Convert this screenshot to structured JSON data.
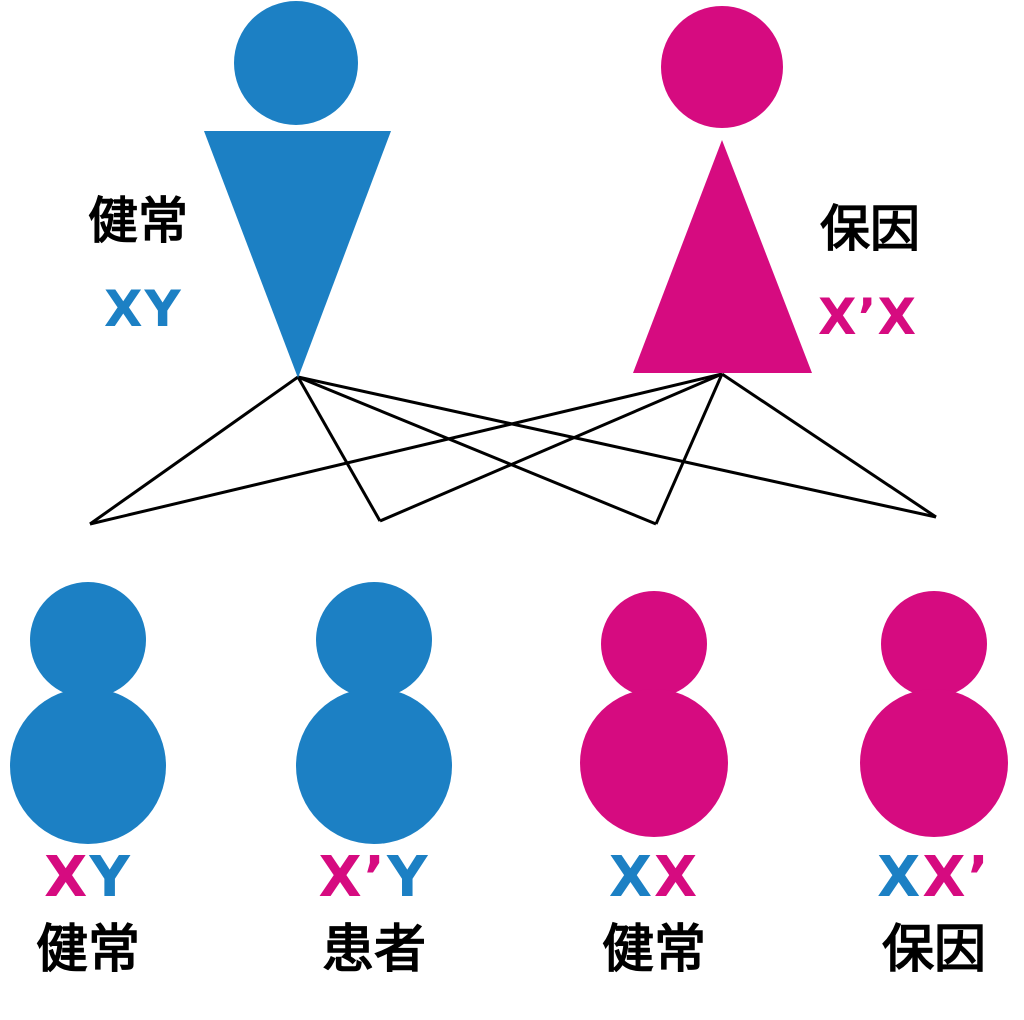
{
  "colors": {
    "male": "#1c80c4",
    "female": "#d60b80",
    "line": "#000000",
    "label": "#000000"
  },
  "parents": {
    "father": {
      "status_label": "健常",
      "genotype": [
        {
          "t": "XY",
          "c": "male"
        }
      ]
    },
    "mother": {
      "status_label": "保因",
      "genotype": [
        {
          "t": "X’X",
          "c": "female"
        }
      ]
    }
  },
  "children": [
    {
      "sex": "male",
      "genotype": [
        {
          "t": "X",
          "c": "female"
        },
        {
          "t": "Y",
          "c": "male"
        }
      ],
      "status_label": "健常"
    },
    {
      "sex": "male",
      "genotype": [
        {
          "t": "X’",
          "c": "female"
        },
        {
          "t": "Y",
          "c": "male"
        }
      ],
      "status_label": "患者"
    },
    {
      "sex": "female",
      "genotype": [
        {
          "t": "X",
          "c": "male"
        },
        {
          "t": "X",
          "c": "female"
        }
      ],
      "status_label": "健常"
    },
    {
      "sex": "female",
      "genotype": [
        {
          "t": "X",
          "c": "male"
        },
        {
          "t": "X’",
          "c": "female"
        }
      ],
      "status_label": "保因"
    }
  ]
}
